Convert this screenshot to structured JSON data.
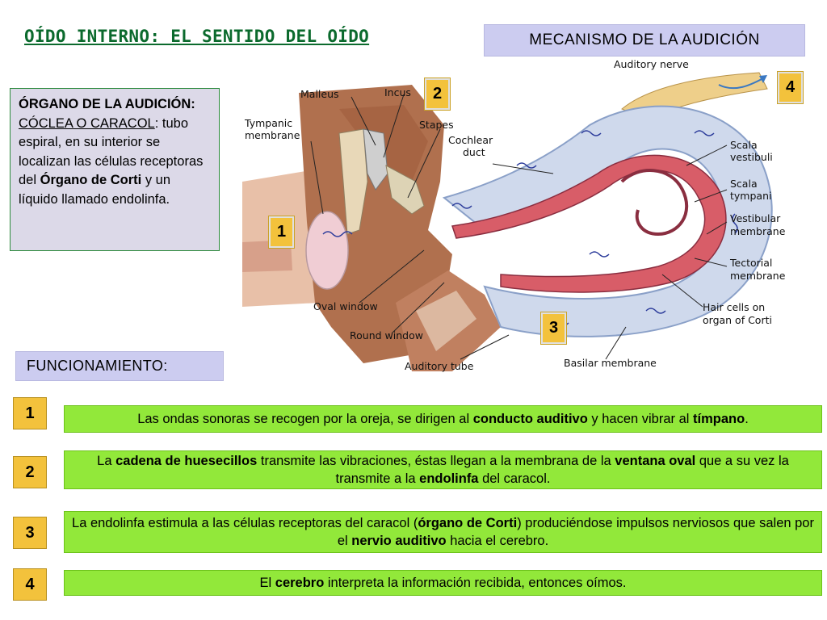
{
  "title": "OÍDO INTERNO: EL SENTIDO DEL OÍDO",
  "mechanism_label": "MECANISMO DE LA AUDICIÓN",
  "organ": {
    "heading": "ÓRGANO DE LA AUDICIÓN:",
    "cochlea_term": "CÓCLEA O CARACOL",
    "text_1": "tubo espiral, en su interior se localizan las células receptoras del",
    "corti": "Órgano de Corti",
    "text_2": "y un líquido llamado  endolinfa."
  },
  "diagram_labels": {
    "auditory_nerve": "Auditory nerve",
    "malleus": "Malleus",
    "incus": "Incus",
    "stapes": "Stapes",
    "tympanic_membrane_1": "Tympanic",
    "tympanic_membrane_2": "membrane",
    "cochlear_duct_1": "Cochlear",
    "cochlear_duct_2": "duct",
    "scala_vestibuli_1": "Scala",
    "scala_vestibuli_2": "vestibuli",
    "scala_tympani_1": "Scala",
    "scala_tympani_2": "tympani",
    "vestibular_membrane_1": "Vestibular",
    "vestibular_membrane_2": "membrane",
    "tectorial_membrane_1": "Tectorial",
    "tectorial_membrane_2": "membrane",
    "hair_cells_1": "Hair cells on",
    "hair_cells_2": "organ of Corti",
    "oval_window": "Oval window",
    "round_window": "Round window",
    "auditory_tube": "Auditory tube",
    "basilar_membrane": "Basilar membrane"
  },
  "diagram_markers": [
    "1",
    "2",
    "3",
    "4"
  ],
  "functioning_label": "FUNCIONAMIENTO:",
  "steps": [
    {
      "number": "1",
      "parts": [
        "Las ondas sonoras se recogen por la oreja, se dirigen al ",
        "conducto auditivo",
        " y hacen vibrar al ",
        "tímpano",
        "."
      ]
    },
    {
      "number": "2",
      "parts": [
        "La ",
        "cadena de huesecillos",
        " transmite las vibraciones, éstas llegan a la membrana de la ",
        "ventana oval",
        " que a su vez la transmite a la ",
        "endolinfa",
        " del caracol."
      ]
    },
    {
      "number": "3",
      "parts": [
        "La endolinfa estimula a las células receptoras del caracol (",
        "órgano de Corti",
        ") produciéndose impulsos nerviosos que salen por el ",
        "nervio auditivo",
        " hacia el cerebro."
      ]
    },
    {
      "number": "4",
      "parts": [
        "El ",
        "cerebro",
        " interpreta la información recibida, entonces oímos."
      ]
    }
  ],
  "colors": {
    "title_green": "#0b6a2d",
    "lavender": "#ccccf0",
    "marker_yellow": "#f3c23c",
    "step_green": "#92e83a",
    "arrow_blue": "#3a78c2"
  }
}
